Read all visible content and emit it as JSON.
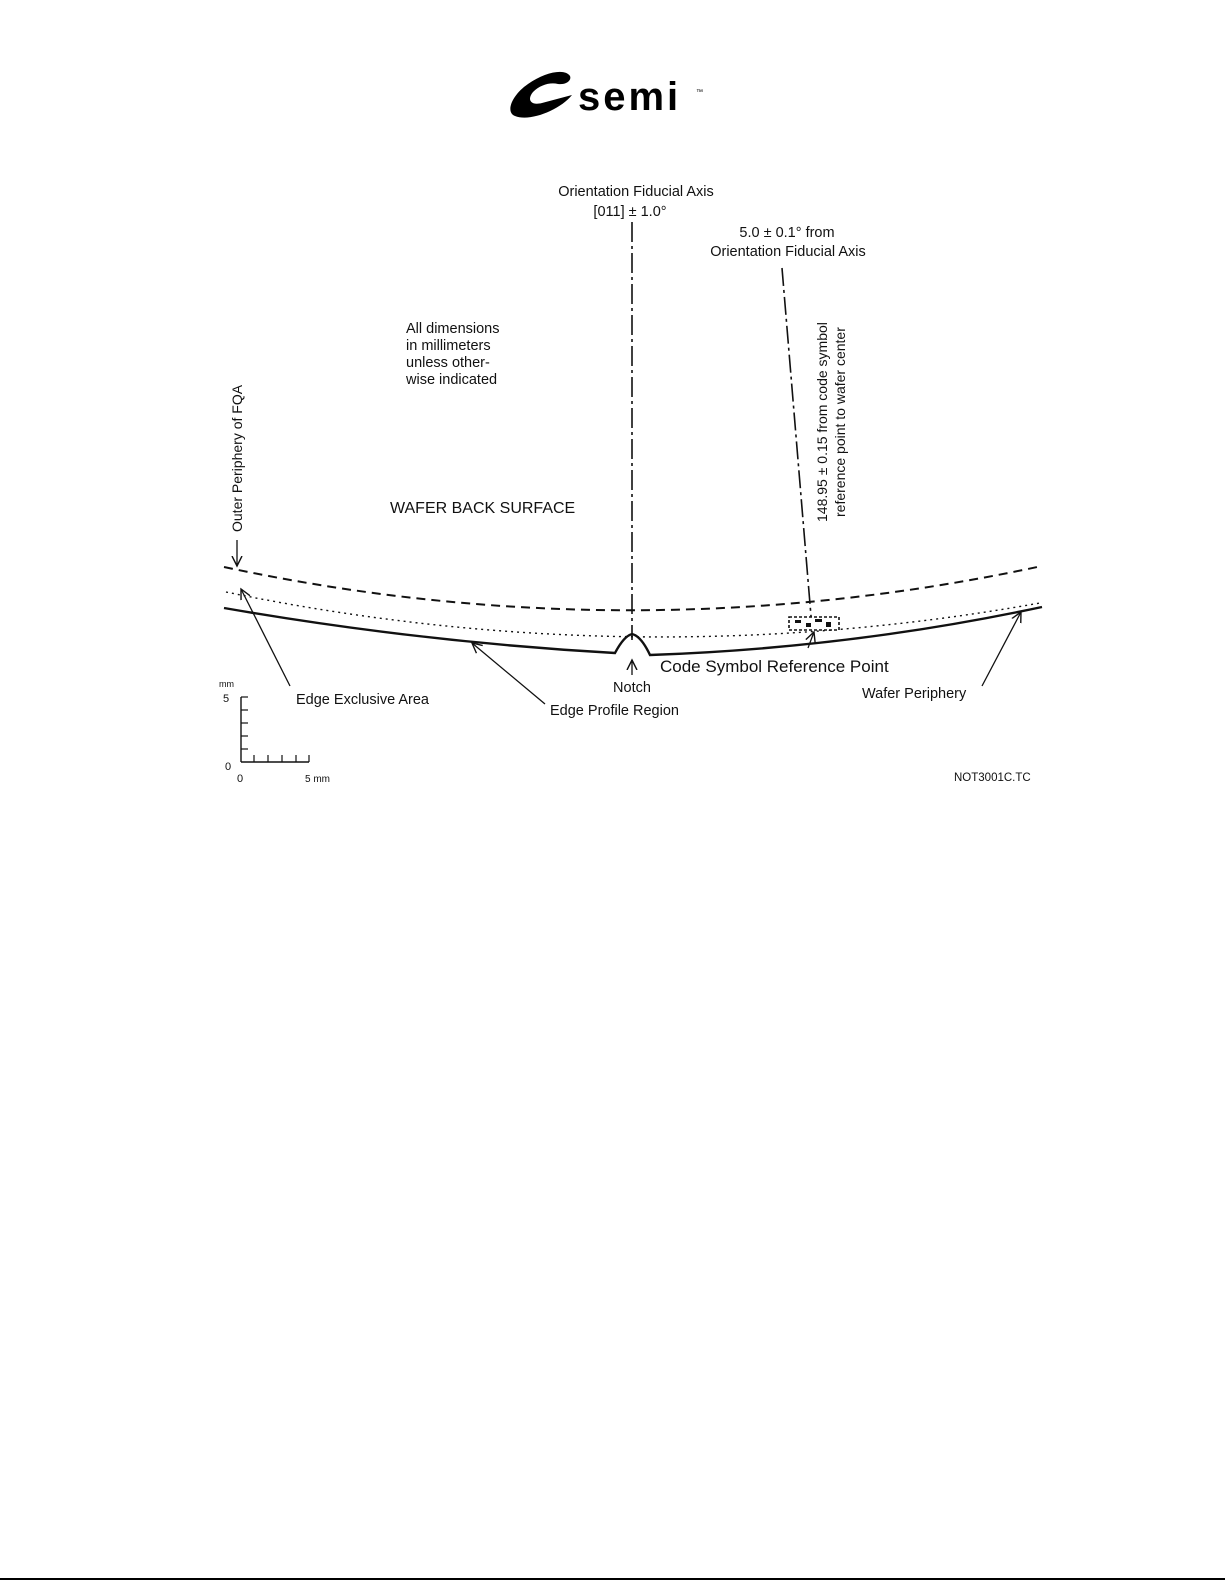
{
  "logo": {
    "wordmark": "semi",
    "trademark": "™"
  },
  "diagram": {
    "orientation_axis_title": "Orientation Fiducial Axis",
    "orientation_axis_value": "[011] ± 1.0°",
    "angle_line1": "5.0 ± 0.1° from",
    "angle_line2": "Orientation Fiducial Axis",
    "note_line1": "All dimensions",
    "note_line2": "in millimeters",
    "note_line3": "unless other-",
    "note_line4": "wise indicated",
    "outer_periphery": "Outer Periphery of FQA",
    "radius_line1": "148.95 ± 0.15 from code symbol",
    "radius_line2": "reference point to wafer center",
    "surface_label": "WAFER BACK SURFACE",
    "code_symbol_label": "Code Symbol Reference Point",
    "notch_label": "Notch",
    "edge_exclusive_label": "Edge Exclusive Area",
    "edge_profile_label": "Edge Profile Region",
    "wafer_periphery_label": "Wafer Periphery",
    "figure_id": "NOT3001C.TC"
  },
  "scale": {
    "unit_top": "mm",
    "y_max": "5",
    "y_zero": "0",
    "x_zero": "0",
    "x_max": "5 mm"
  }
}
